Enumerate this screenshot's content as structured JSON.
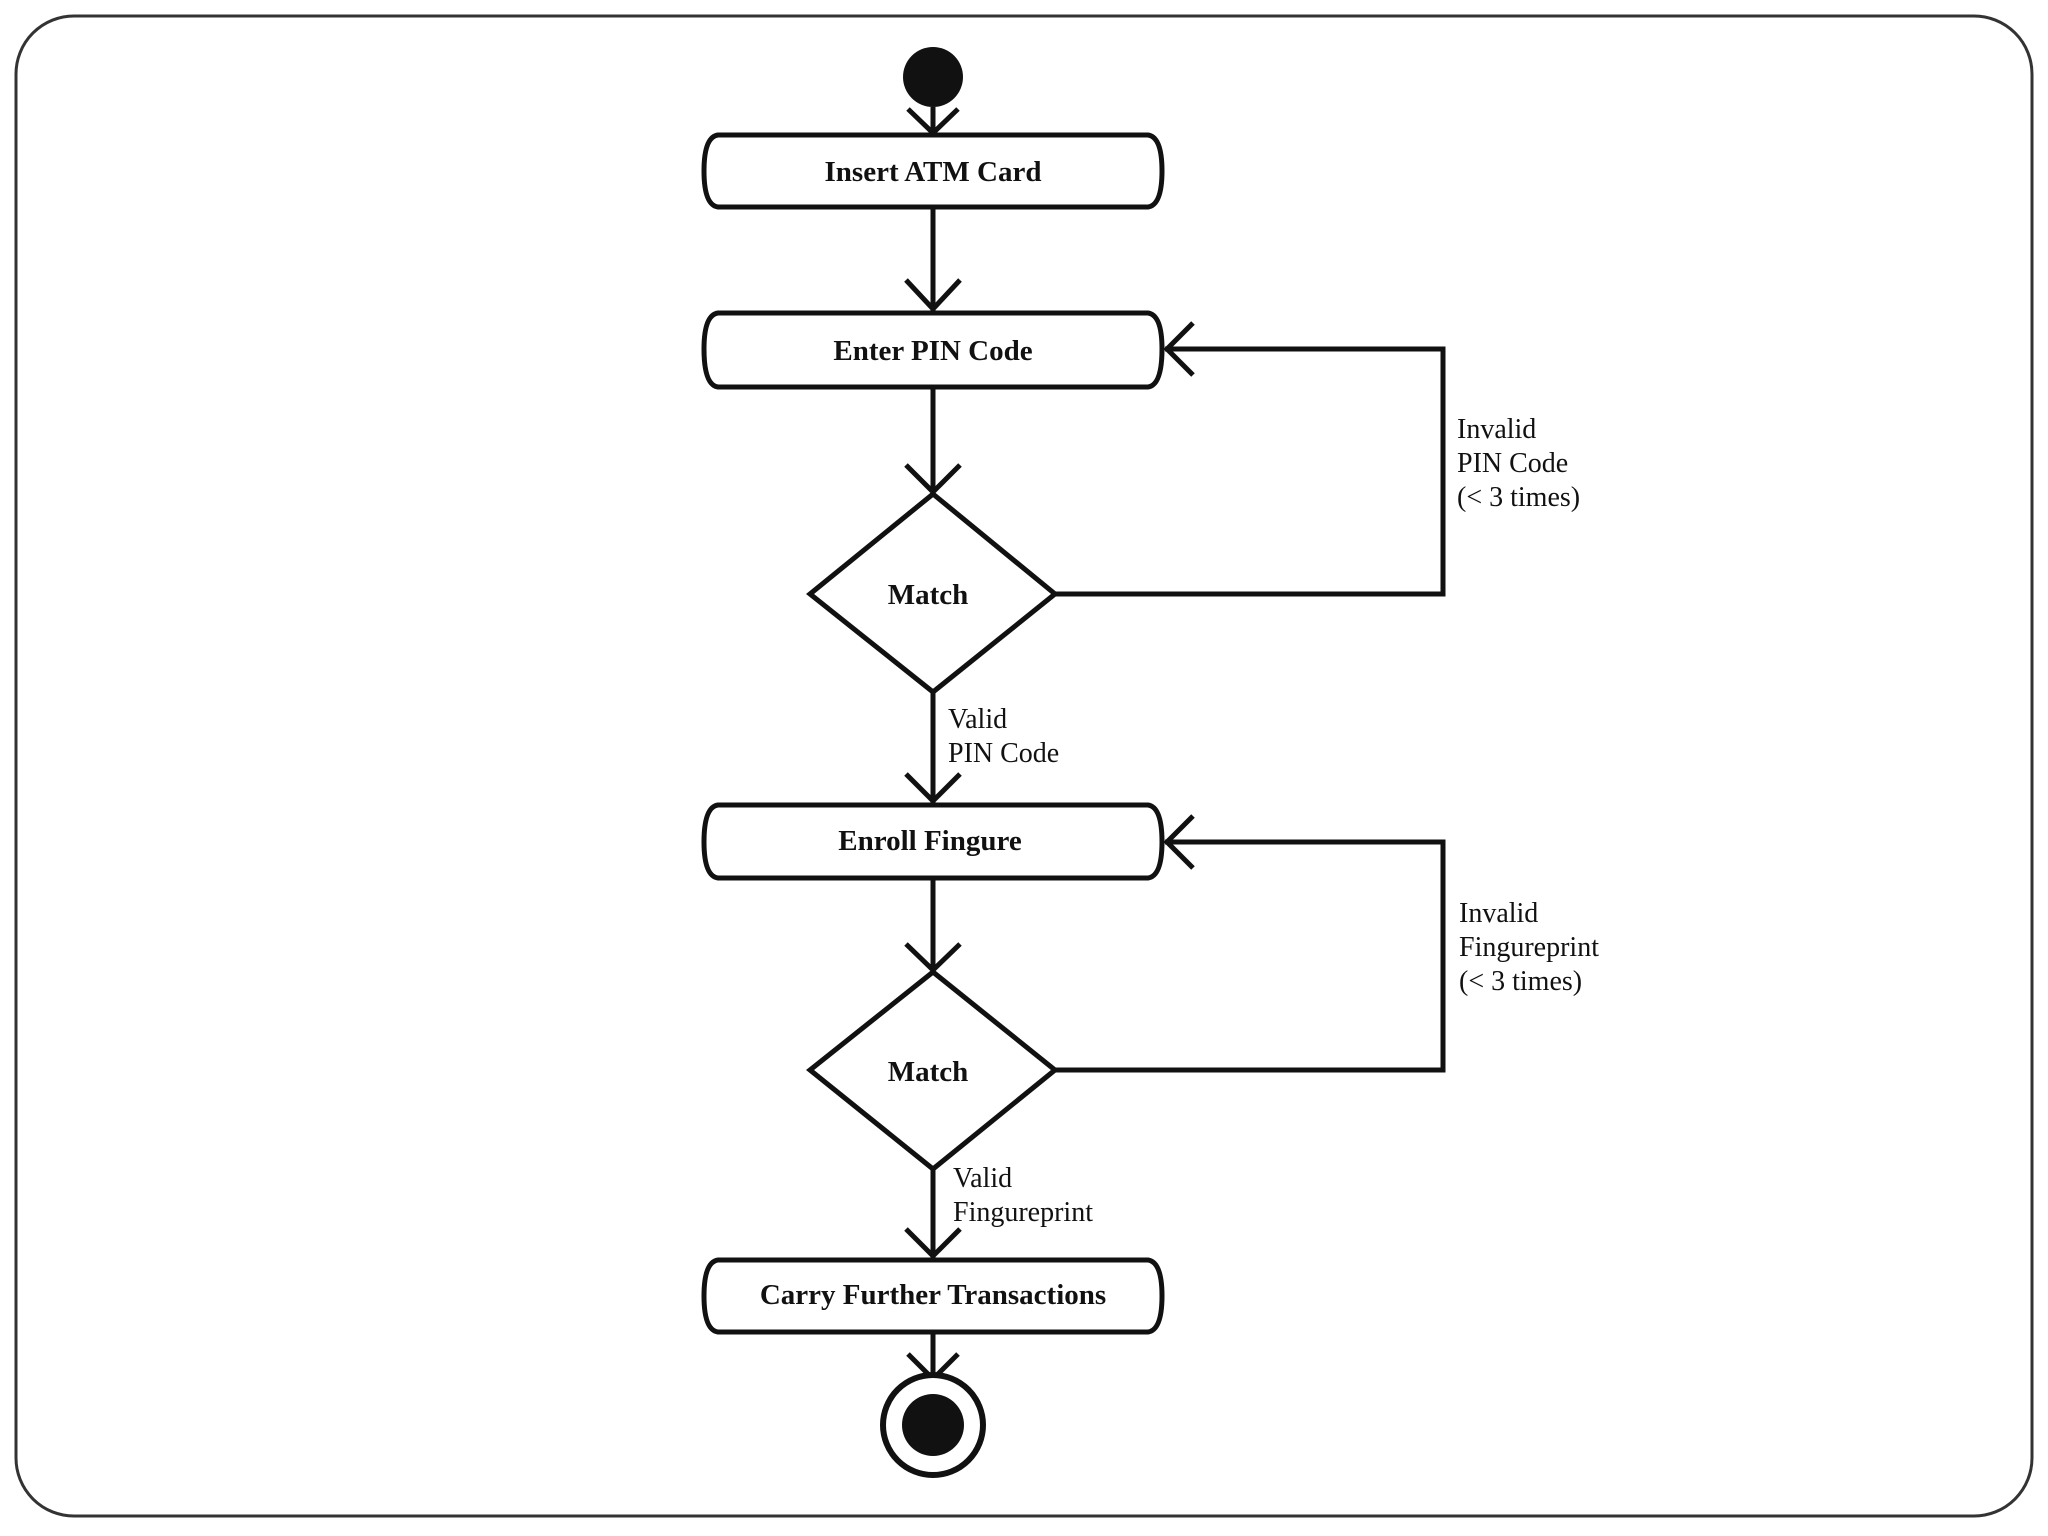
{
  "diagram": {
    "nodes": {
      "start": {
        "kind": "initial"
      },
      "insert_card": {
        "label": "Insert ATM Card"
      },
      "enter_pin": {
        "label": "Enter PIN Code"
      },
      "match_pin": {
        "label": "Match"
      },
      "enroll": {
        "label": "Enroll Fingure"
      },
      "match_finger": {
        "label": "Match"
      },
      "carry": {
        "label": "Carry Further Transactions"
      },
      "end": {
        "kind": "final"
      }
    },
    "edges": {
      "invalid_pin": [
        "Invalid",
        "PIN Code",
        "(< 3 times)"
      ],
      "valid_pin": [
        "Valid",
        "PIN Code"
      ],
      "invalid_finger": [
        "Invalid",
        "Fingureprint",
        "(< 3 times)"
      ],
      "valid_finger": [
        "Valid",
        "Fingureprint"
      ]
    }
  },
  "colors": {
    "stroke": "#111111",
    "background": "#ffffff",
    "slide_border": "#333333"
  }
}
